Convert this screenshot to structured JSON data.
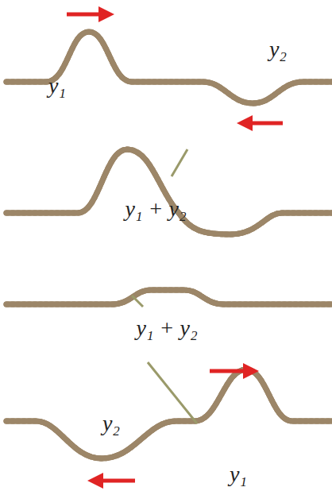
{
  "diagram": {
    "labels": [
      "y₁",
      "y₂",
      "y₁ + y₂",
      "y₁ + y₂",
      "y₂",
      "y₁"
    ]
  }
}
